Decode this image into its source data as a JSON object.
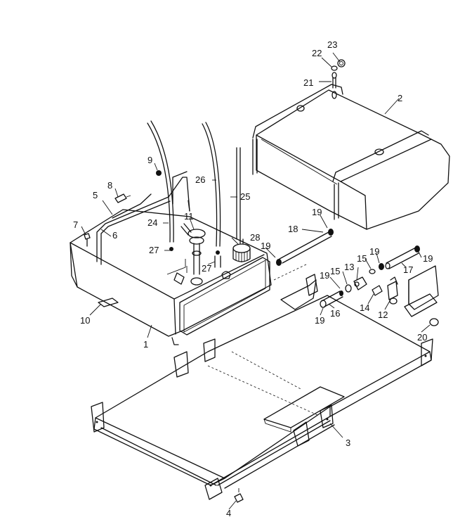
{
  "diagram": {
    "callouts": [
      "1",
      "2",
      "3",
      "4",
      "5",
      "6",
      "7",
      "8",
      "9",
      "10",
      "11",
      "12",
      "13",
      "14",
      "15",
      "15",
      "16",
      "17",
      "18",
      "19",
      "19",
      "19",
      "19",
      "19",
      "19",
      "20",
      "21",
      "22",
      "23",
      "24",
      "25",
      "26",
      "27",
      "27",
      "28"
    ]
  }
}
